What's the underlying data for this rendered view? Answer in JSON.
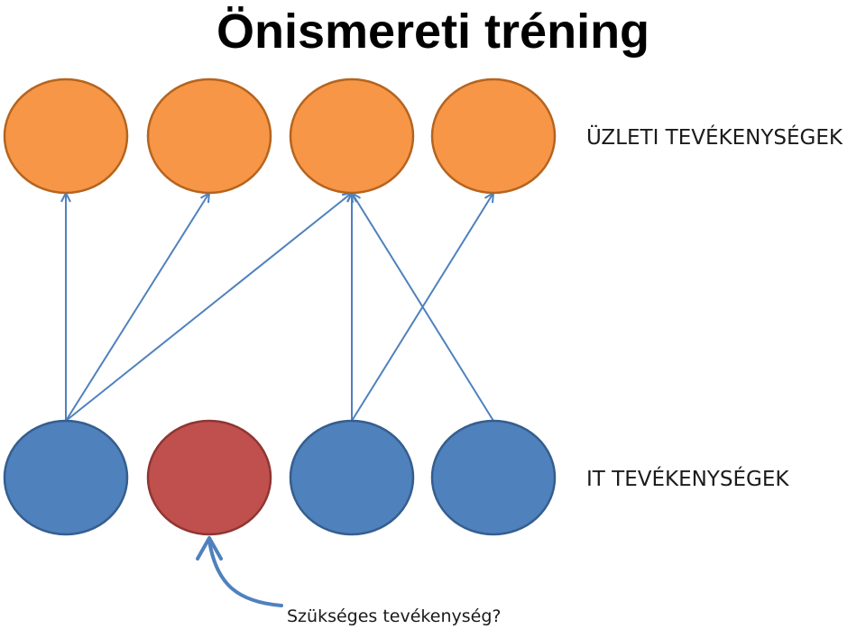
{
  "title": "Önismereti tréning",
  "labels": {
    "business": "ÜZLETI TEVÉKENYSÉGEK",
    "it": "IT TEVÉKENYSÉGEK",
    "question": "Szükséges tevékenység?"
  },
  "colors": {
    "business_fill": "#F79646",
    "business_stroke": "#B5641F",
    "it_fill": "#4F81BD",
    "it_stroke": "#355E8E",
    "highlight_fill": "#C0504D",
    "highlight_stroke": "#8E3633",
    "arrow": "#4F81BD"
  },
  "business_nodes": [
    {
      "id": "b1"
    },
    {
      "id": "b2"
    },
    {
      "id": "b3"
    },
    {
      "id": "b4"
    }
  ],
  "it_nodes": [
    {
      "id": "i1",
      "highlight": false
    },
    {
      "id": "i2",
      "highlight": true
    },
    {
      "id": "i3",
      "highlight": false
    },
    {
      "id": "i4",
      "highlight": false
    }
  ],
  "links": [
    {
      "from": "i1",
      "to": "b1"
    },
    {
      "from": "i1",
      "to": "b2"
    },
    {
      "from": "i1",
      "to": "b3"
    },
    {
      "from": "i3",
      "to": "b3"
    },
    {
      "from": "i3",
      "to": "b4"
    },
    {
      "from": "i4",
      "to": "b3"
    }
  ]
}
